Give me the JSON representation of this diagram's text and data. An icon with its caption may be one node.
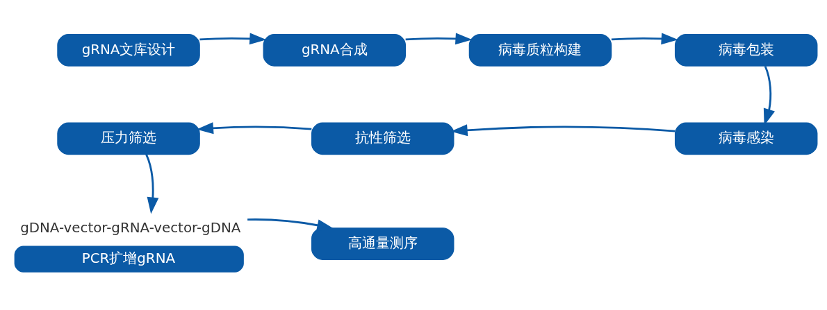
{
  "diagram": {
    "nodes": [
      {
        "text": [
          "gRNA文库设计"
        ]
      },
      {
        "text": [
          "gRNA合成"
        ]
      },
      {
        "text": [
          "病毒质粒构建"
        ]
      },
      {
        "text": [
          "病毒包装"
        ]
      },
      {
        "text": [
          "压力筛选"
        ]
      },
      {
        "text": [
          "抗性筛选"
        ]
      },
      {
        "text": [
          "病毒感染"
        ]
      },
      {
        "text": [
          "PCR扩增gRNA"
        ],
        "beside": [
          "gDNA-vector-gRNA-vector-gDNA"
        ]
      },
      {
        "text": [
          "高通量测序"
        ]
      }
    ],
    "edges": [
      {
        "from": 0,
        "to": 1,
        "arrow": "to"
      },
      {
        "from": 1,
        "to": 2,
        "arrow": "to"
      },
      {
        "from": 2,
        "to": 3,
        "arrow": "to"
      },
      {
        "from": 3,
        "to": 6,
        "arrow": "to"
      },
      {
        "from": 6,
        "to": 5,
        "arrow": "to"
      },
      {
        "from": 5,
        "to": 4,
        "arrow": "to"
      },
      {
        "from": 4,
        "to": 7,
        "arrow": "to"
      },
      {
        "from": 7,
        "to": 8,
        "arrow": "to"
      }
    ]
  }
}
